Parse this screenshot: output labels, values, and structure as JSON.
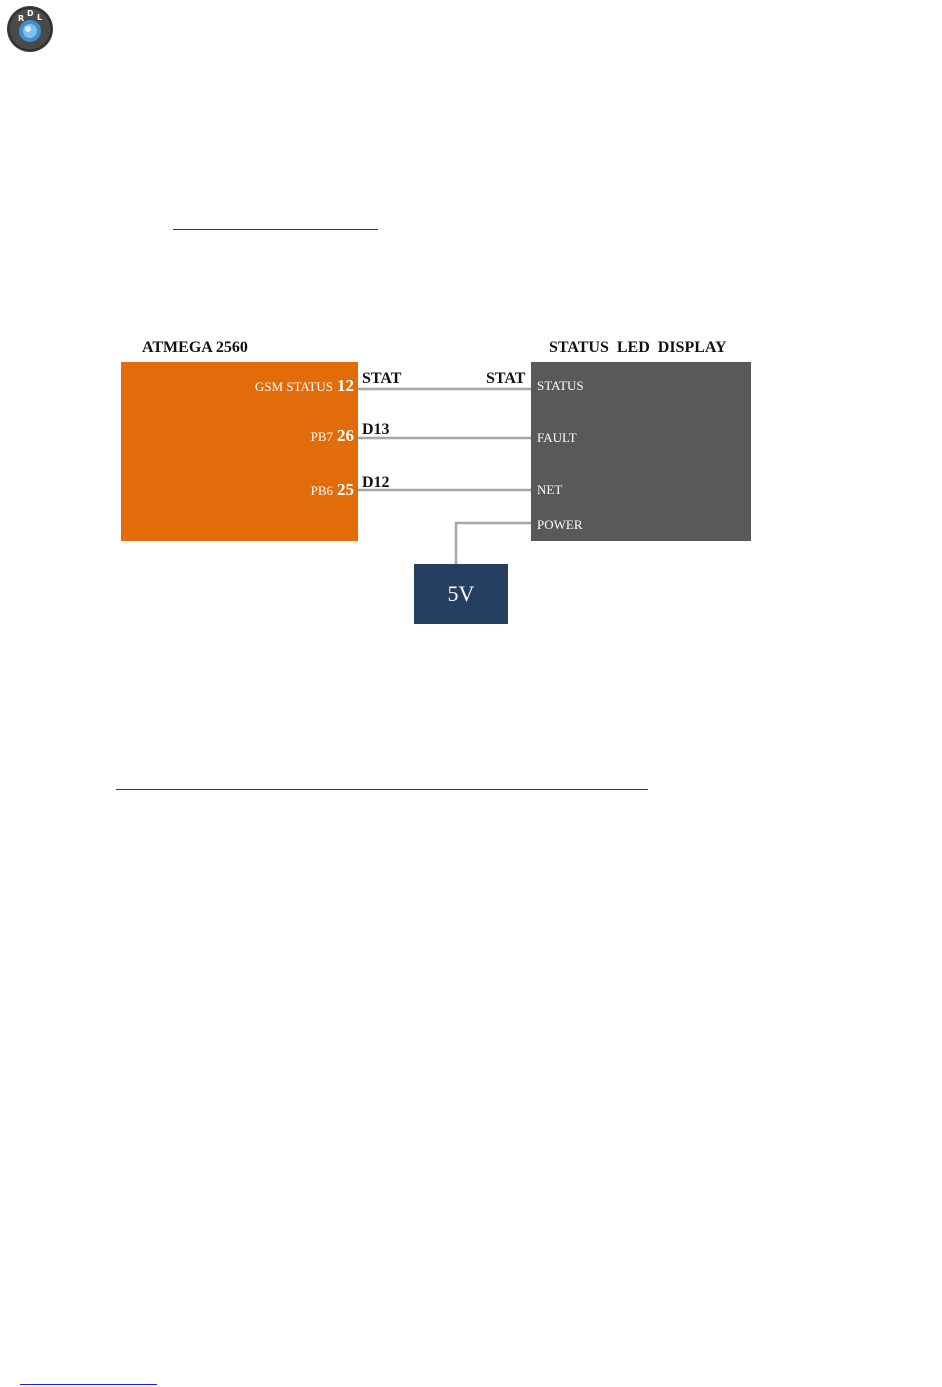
{
  "logo": {
    "icon": "rdl-logo-icon",
    "letters": [
      "R",
      "D",
      "L"
    ]
  },
  "links": [
    {
      "name": "link-1"
    },
    {
      "name": "link-2"
    },
    {
      "name": "link-3"
    }
  ],
  "diagram": {
    "mcu": {
      "title": "ATMEGA 2560",
      "pins": [
        {
          "name": "GSM STATUS",
          "number": "12"
        },
        {
          "name": "PB7",
          "number": "26"
        },
        {
          "name": "PB6",
          "number": "25"
        }
      ],
      "color": "#e36c0a"
    },
    "led_display": {
      "title": "STATUS  LED  DISPLAY",
      "pins": [
        "STATUS",
        "FAULT",
        "NET",
        "POWER"
      ],
      "color": "#595959"
    },
    "power": {
      "label": "5V",
      "color": "#243f60"
    },
    "wire_labels": {
      "stat_left": "STAT",
      "stat_right": "STAT",
      "d13": "D13",
      "d12": "D12"
    },
    "wire_color": "#a6a6a6"
  }
}
